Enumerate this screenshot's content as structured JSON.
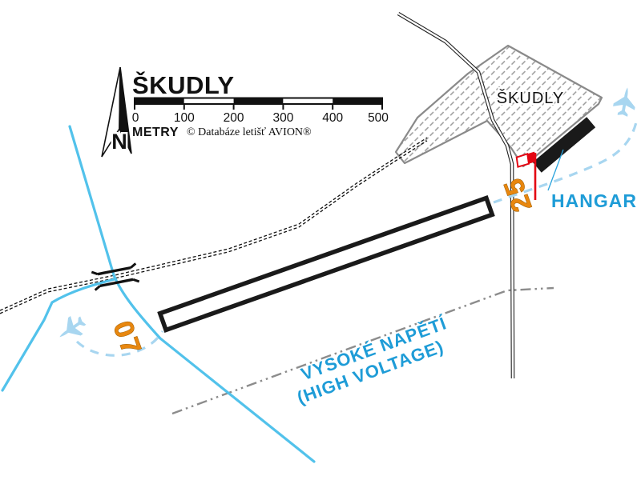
{
  "map": {
    "title": "ŠKUDLY",
    "north_label": "N",
    "scale": {
      "labels": [
        "0",
        "100",
        "200",
        "300",
        "400",
        "500"
      ],
      "unit_label": "METRY",
      "copyright": "© Databáze letišť AVION®"
    },
    "village_label": "ŠKUDLY",
    "hangar_label": "HANGAR",
    "runway": {
      "ident_sw": "07",
      "ident_ne": "25"
    },
    "power_line": {
      "line1": "VYSOKÉ NAPĚTÍ",
      "line2": "(HIGH VOLTAGE)"
    },
    "colors": {
      "stream_blue": "#52C2EB",
      "light_blue": "#A8D6F0",
      "label_blue": "#1E9CD7",
      "runway_orange": "#E8870F",
      "windsock_red": "#E30613",
      "line_gray": "#8C8C8C"
    }
  }
}
